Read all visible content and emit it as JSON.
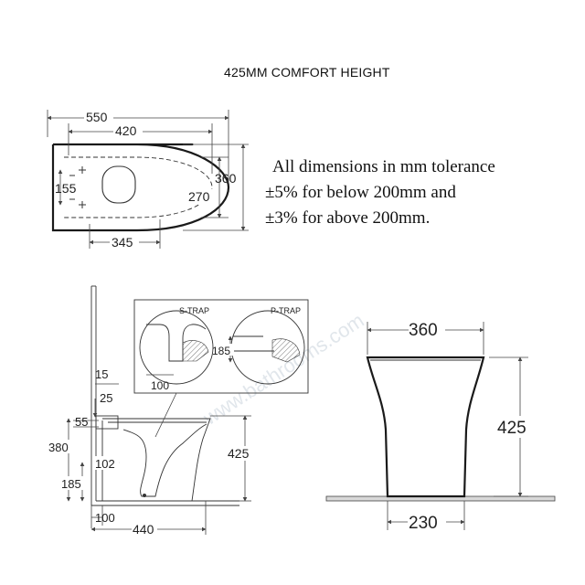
{
  "title": "425MM COMFORT HEIGHT",
  "tolerance_note": {
    "line1": "All dimensions in mm tolerance",
    "line2": "±5% for below 200mm and",
    "line3": "±3% for above 200mm."
  },
  "watermark": "www.bathrooms.com",
  "top_view": {
    "overall_width": "550",
    "inner_width": "420",
    "overall_depth": "360",
    "inner_depth": "270",
    "fixing_spacing": "155",
    "rear_offset": "345"
  },
  "side_view": {
    "inset_s_trap": "S-TRAP",
    "inset_p_trap": "P-TRAP",
    "p_trap_height": "185",
    "s_trap_offset": "100",
    "inlet_15": "15",
    "inlet_25": "25",
    "inlet_55": "55",
    "height_380": "380",
    "height_425": "425",
    "dim_102": "102",
    "dim_185": "185",
    "base_100": "100",
    "projection_440": "440"
  },
  "front_view": {
    "top_width": "360",
    "height": "425",
    "base_width": "230"
  }
}
